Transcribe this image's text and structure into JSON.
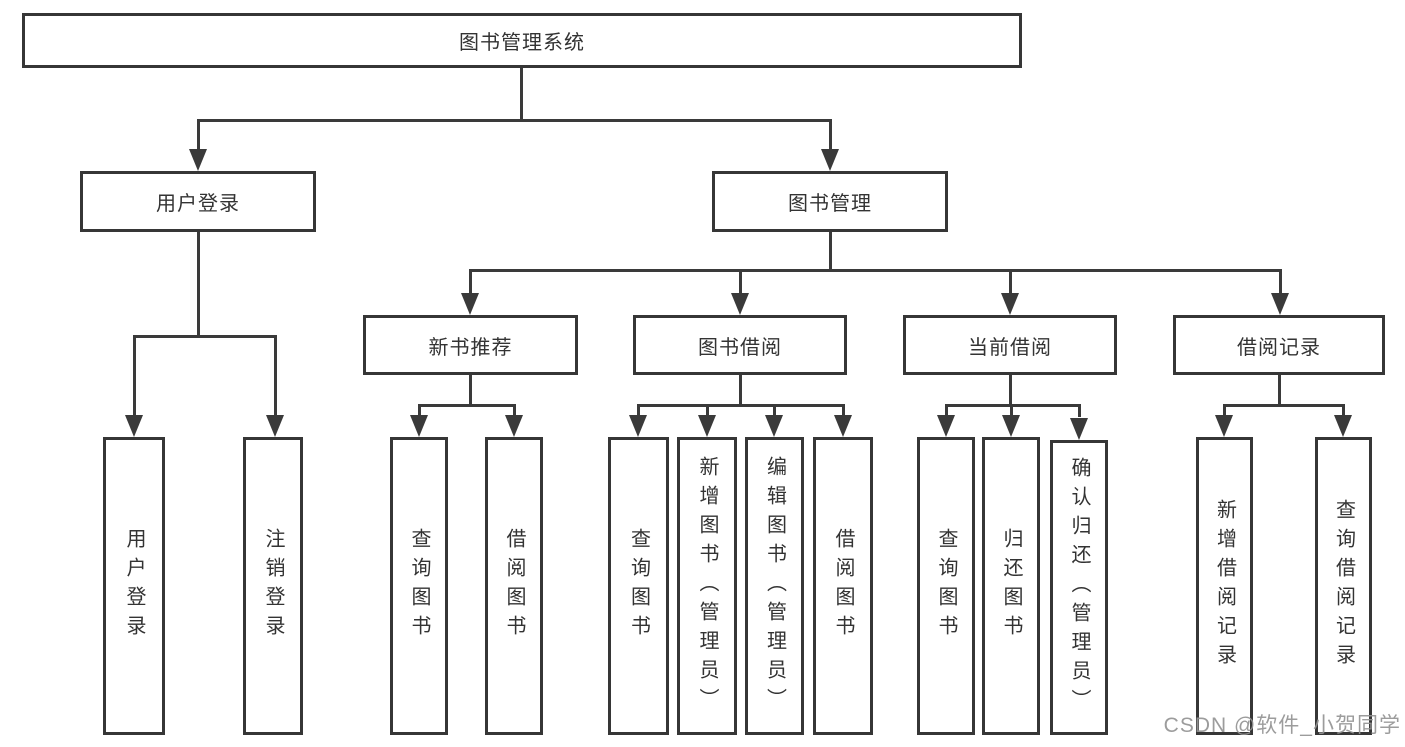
{
  "diagram": {
    "type": "hierarchy-tree",
    "root": {
      "label": "图书管理系统",
      "children": [
        {
          "label": "用户登录",
          "children": [
            {
              "label": "用户登录"
            },
            {
              "label": "注销登录"
            }
          ]
        },
        {
          "label": "图书管理",
          "children": [
            {
              "label": "新书推荐",
              "children": [
                {
                  "label": "查询图书"
                },
                {
                  "label": "借阅图书"
                }
              ]
            },
            {
              "label": "图书借阅",
              "children": [
                {
                  "label": "查询图书"
                },
                {
                  "label": "新增图书（管理员）"
                },
                {
                  "label": "编辑图书（管理员）"
                },
                {
                  "label": "借阅图书"
                }
              ]
            },
            {
              "label": "当前借阅",
              "children": [
                {
                  "label": "查询图书"
                },
                {
                  "label": "归还图书"
                },
                {
                  "label": "确认归还（管理员）"
                }
              ]
            },
            {
              "label": "借阅记录",
              "children": [
                {
                  "label": "新增借阅记录"
                },
                {
                  "label": "查询借阅记录"
                }
              ]
            }
          ]
        }
      ]
    }
  },
  "watermark": {
    "text": "CSDN @软件_小贺同学"
  },
  "colors": {
    "line": "#3a3a3a",
    "box_border": "#363636",
    "box_background": "#ffffff",
    "text": "#333333",
    "watermark": "#949494",
    "page_background": "#ffffff"
  }
}
